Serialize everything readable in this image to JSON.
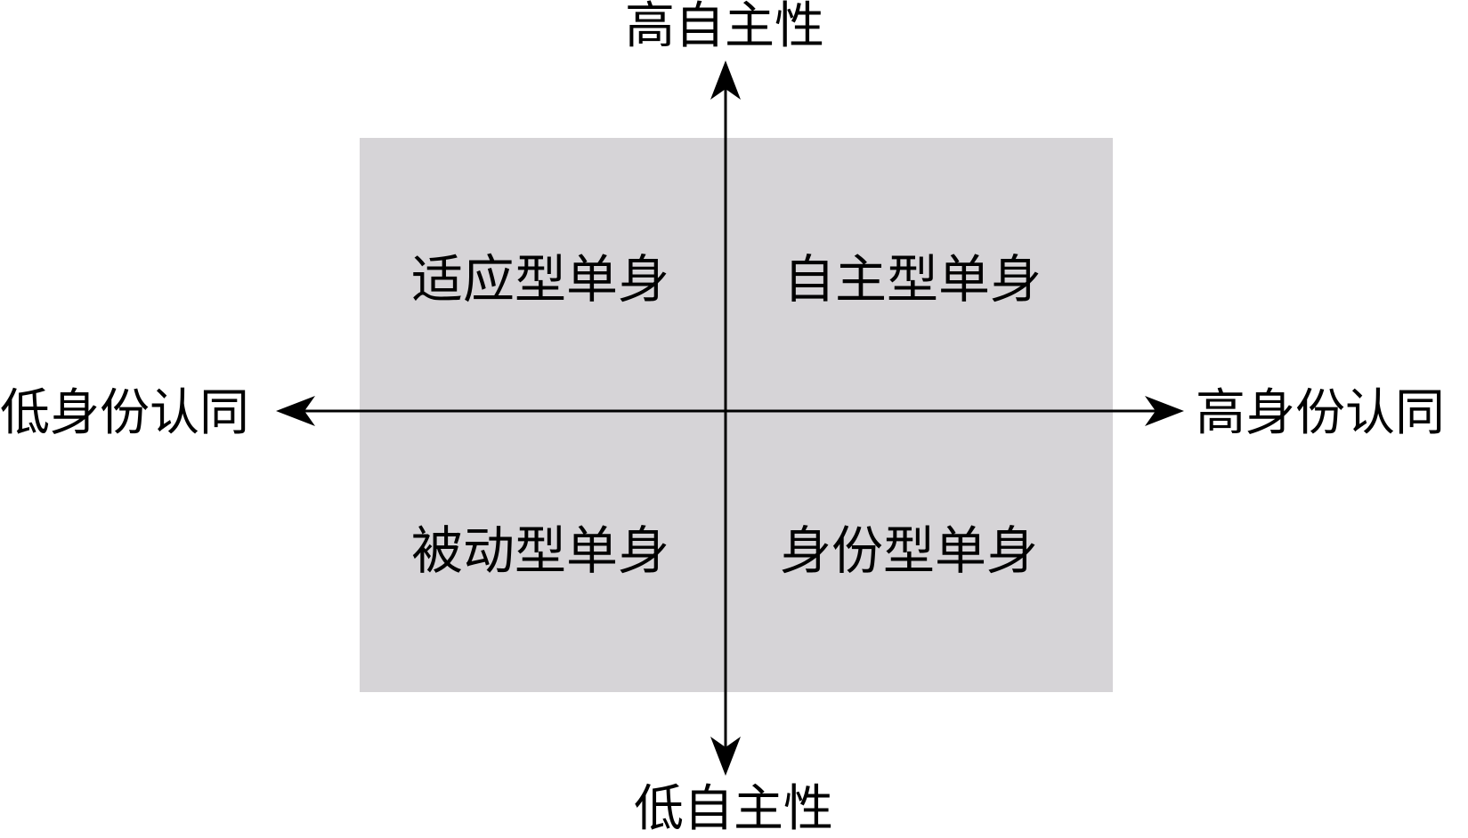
{
  "axes": {
    "vertical": {
      "top_label": "高自主性",
      "bottom_label": "低自主性"
    },
    "horizontal": {
      "left_label": "低身份认同",
      "right_label": "高身份认同"
    }
  },
  "quadrants": {
    "top_left": "适应型单身",
    "top_right": "自主型单身",
    "bottom_left": "被动型单身",
    "bottom_right": "身份型单身"
  },
  "colors": {
    "quadrant_fill": "#d6d4d7",
    "axis": "#000000",
    "text": "#000000",
    "background": "#ffffff"
  }
}
